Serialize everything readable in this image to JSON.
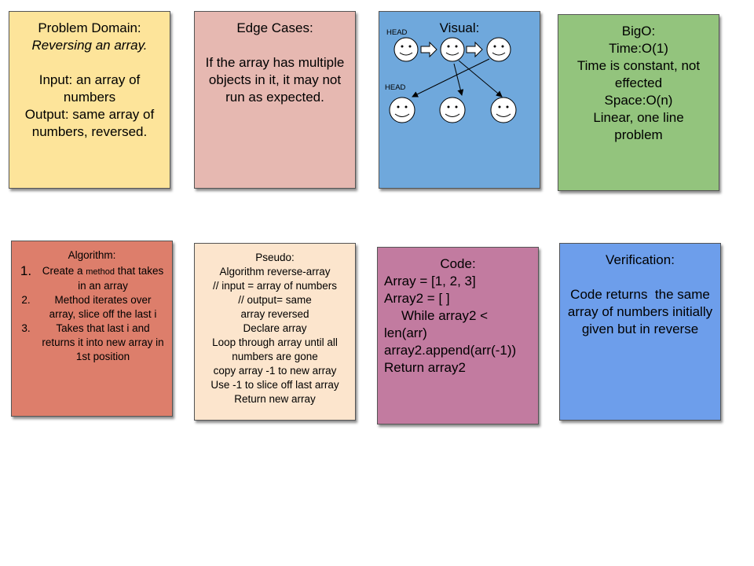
{
  "cards": {
    "problem": {
      "title": "Problem Domain:",
      "subtitle": "Reversing an array.",
      "input": "Input: an array of numbers",
      "output": "Output: same array of numbers, reversed.",
      "color": "#fde49a"
    },
    "edge": {
      "title": "Edge Cases:",
      "body": "If the array has multiple objects in it, it may not run as expected.",
      "color": "#e6b8b1"
    },
    "visual": {
      "title": "Visual:",
      "head_label_top": "HEAD",
      "head_label_bottom": "HEAD",
      "icons": [
        "smiley-face-icon",
        "arrow-right-icon"
      ],
      "color": "#6fa8dc"
    },
    "bigo": {
      "title": "BigO:",
      "lines": [
        "Time:O(1)",
        "Time is constant, not effected",
        "Space:O(n)",
        "Linear, one line problem"
      ],
      "color": "#93c47d"
    },
    "algorithm": {
      "title": "Algorithm:",
      "items": [
        {
          "num": "1.",
          "text_before": "Create a ",
          "small_word": "method",
          "text_after": " that takes in an array"
        },
        {
          "num": "2.",
          "text": "Method iterates over array, slice off the last i"
        },
        {
          "num": "3.",
          "text": "Takes that last i and returns it into new array in 1st position"
        }
      ],
      "color": "#dd7e6b"
    },
    "pseudo": {
      "title": "Pseudo:",
      "lines": [
        "Algorithm reverse-array",
        "// input = array of numbers",
        "// output= same array reversed",
        "Declare array",
        "Loop through array until all numbers are gone",
        "copy array -1 to new array",
        "Use -1 to slice off last array",
        "Return new array"
      ],
      "color": "#fce5cd"
    },
    "code": {
      "title": "Code:",
      "lines": [
        "Array = [1, 2, 3]",
        "Array2 = [ ]",
        "While array2 <",
        "len(arr)",
        "array2.append(arr(-1))",
        "Return array2"
      ],
      "color": "#c27ba0"
    },
    "verification": {
      "title": "Verification:",
      "body": "Code returns  the same array of numbers initially given but in reverse",
      "color": "#6d9eeb"
    }
  }
}
